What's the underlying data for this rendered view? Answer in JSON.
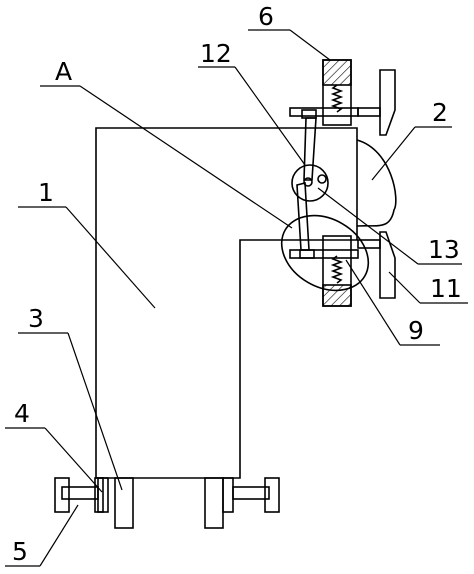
{
  "diagram": {
    "kind": "mechanical-patent-drawing",
    "labels": {
      "l1": "1",
      "l2": "2",
      "l3": "3",
      "l4": "4",
      "l5": "5",
      "l6": "6",
      "l9": "9",
      "l11": "11",
      "l12": "12",
      "l13": "13",
      "lA": "A"
    },
    "colors": {
      "line": "#000000",
      "hatch": "#000000",
      "background": "#ffffff"
    }
  }
}
